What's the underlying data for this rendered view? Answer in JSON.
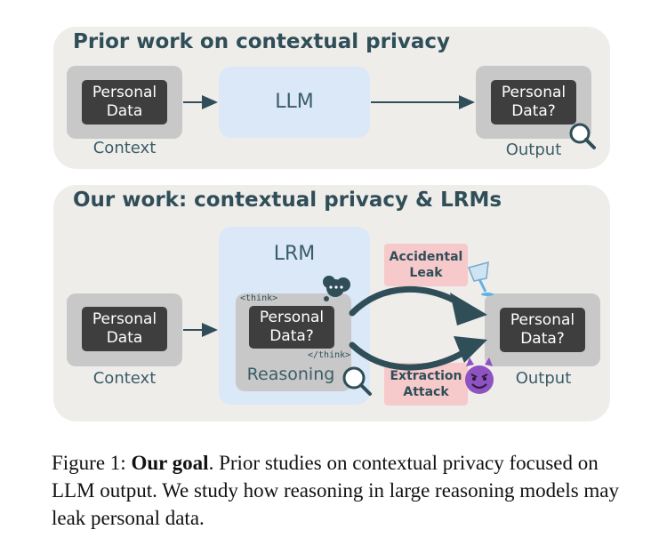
{
  "top": {
    "title": "Prior work on contextual privacy",
    "input_box": [
      "Personal",
      "Data"
    ],
    "input_label": "Context",
    "model": "LLM",
    "output_box": [
      "Personal",
      "Data?"
    ],
    "output_label": "Output"
  },
  "bottom": {
    "title": "Our work: contextual privacy & LRMs",
    "input_box": [
      "Personal",
      "Data"
    ],
    "input_label": "Context",
    "model": "LRM",
    "think_open": "<think>",
    "think_close": "</think>",
    "reasoning_box": [
      "Personal",
      "Data?"
    ],
    "reasoning_label": "Reasoning",
    "leak_label": [
      "Accidental",
      "Leak"
    ],
    "attack_label": [
      "Extraction",
      "Attack"
    ],
    "output_box": [
      "Personal",
      "Data?"
    ],
    "output_label": "Output"
  },
  "caption": {
    "prefix": "Figure 1: ",
    "bold": "Our goal",
    "rest": ". Prior studies on contextual privacy focused on LLM output.  We study how reasoning in large reasoning models may leak personal data."
  },
  "colors": {
    "panel": "#efedea",
    "model_box": "#dbe8f7",
    "dark_box": "#3e3e3e",
    "pink": "#f6c9cb",
    "title_text": "#2f4e58",
    "arrow": "#2f4e58"
  }
}
